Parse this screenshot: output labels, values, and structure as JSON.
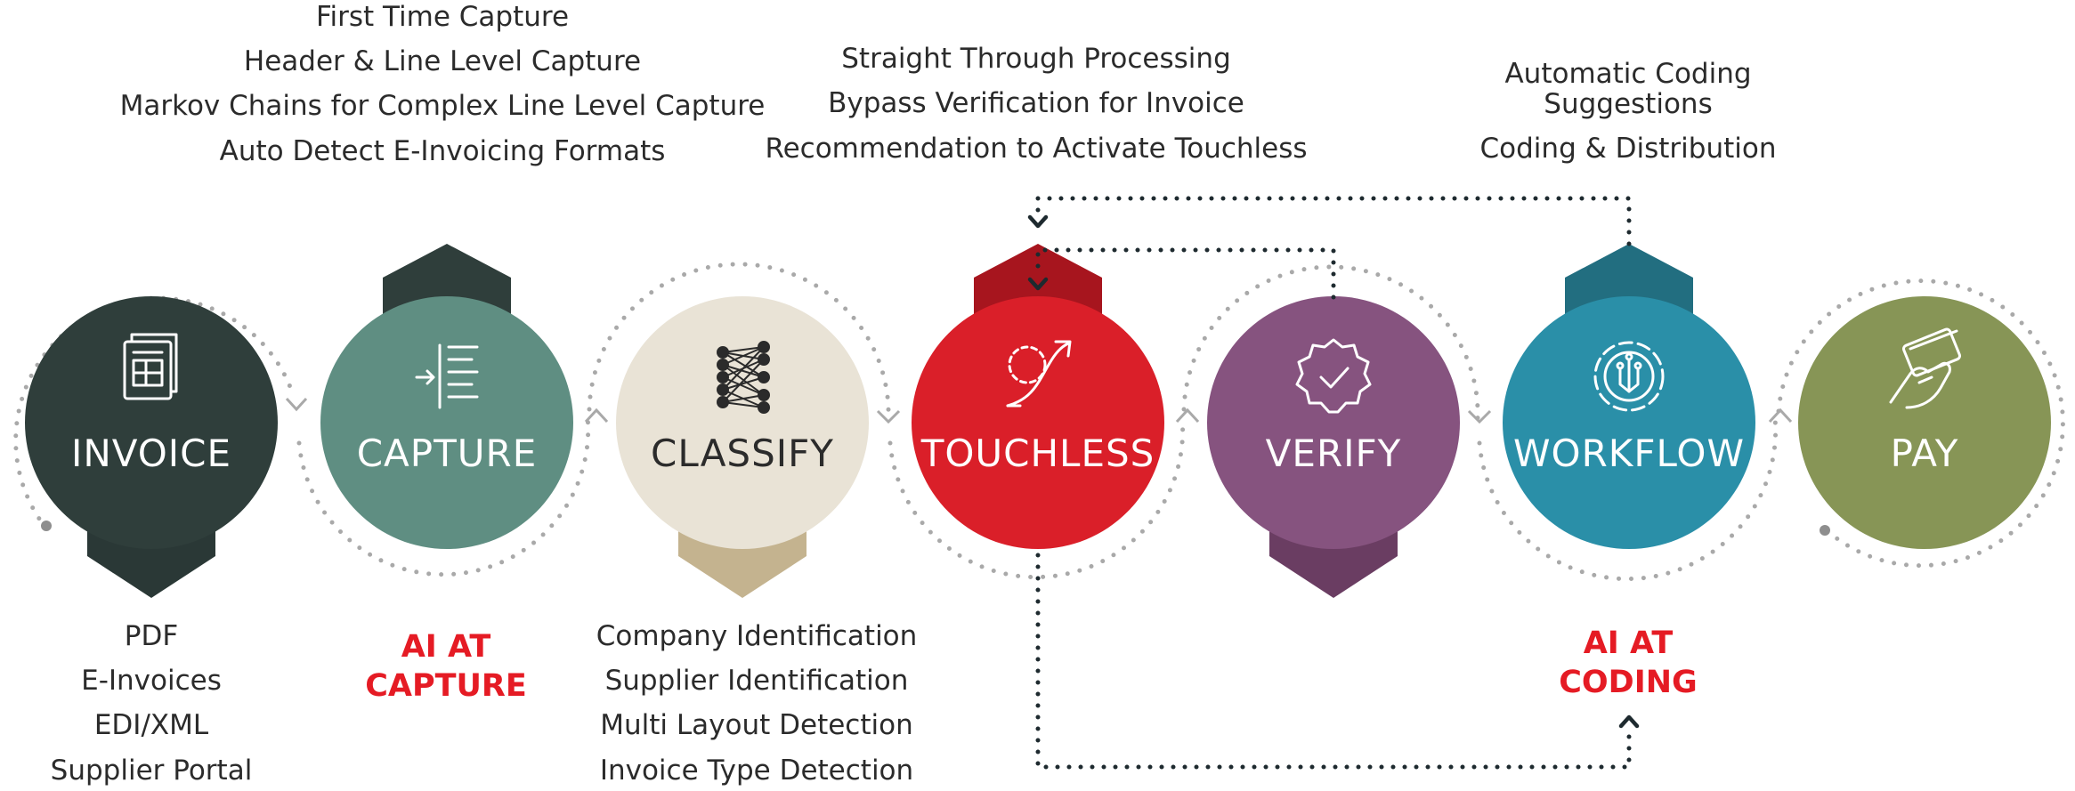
{
  "stages": [
    {
      "id": "invoice",
      "label": "INVOICE",
      "circle": "#2f3e3b",
      "tab": "#2a3836",
      "tab_side": "bottom",
      "text_color": "#ffffff",
      "icon": "document-icon"
    },
    {
      "id": "capture",
      "label": "CAPTURE",
      "circle": "#5f8e82",
      "tab": "#2f3e3b",
      "tab_side": "top",
      "text_color": "#ffffff",
      "icon": "capture-lines-icon"
    },
    {
      "id": "classify",
      "label": "CLASSIFY",
      "circle": "#e9e3d6",
      "tab": "#c4b38f",
      "tab_side": "bottom",
      "text_color": "#2b2b2b",
      "icon": "neural-network-icon"
    },
    {
      "id": "touchless",
      "label": "TOUCHLESS",
      "circle": "#da1f29",
      "tab": "#a7151e",
      "tab_side": "top",
      "text_color": "#ffffff",
      "icon": "touchless-arrow-icon"
    },
    {
      "id": "verify",
      "label": "VERIFY",
      "circle": "#86537f",
      "tab": "#6a3d62",
      "tab_side": "bottom",
      "text_color": "#ffffff",
      "icon": "verified-badge-icon"
    },
    {
      "id": "workflow",
      "label": "WORKFLOW",
      "circle": "#2a8fa8",
      "tab": "#226e80",
      "tab_side": "top",
      "text_color": "#ffffff",
      "icon": "workflow-gear-icon"
    },
    {
      "id": "pay",
      "label": "PAY",
      "circle": "#879556",
      "tab": "",
      "tab_side": "none",
      "text_color": "#ffffff",
      "icon": "card-payment-icon"
    }
  ],
  "captions": {
    "capture_top": [
      "First Time Capture",
      "Header & Line Level Capture",
      "Markov Chains for Complex Line Level Capture",
      "Auto Detect E-Invoicing Formats"
    ],
    "touchless_top": [
      "Straight Through Processing",
      "Bypass Verification for Invoice",
      "Recommendation to Activate Touchless"
    ],
    "workflow_top": [
      "Automatic Coding",
      "Suggestions",
      "Coding & Distribution"
    ],
    "invoice_bottom": [
      "PDF",
      "E-Invoices",
      "EDI/XML",
      "Supplier Portal"
    ],
    "capture_bottom": [
      "AI AT",
      "CAPTURE"
    ],
    "classify_bottom": [
      "Company Identification",
      "Supplier Identification",
      "Multi Layout Detection",
      "Invoice Type Detection"
    ],
    "workflow_bottom": [
      "AI AT",
      "CODING"
    ]
  },
  "colors": {
    "ai_highlight": "#e51b24",
    "connector_grey": "#a9a9a9",
    "connector_dark": "#1e2a2f"
  }
}
